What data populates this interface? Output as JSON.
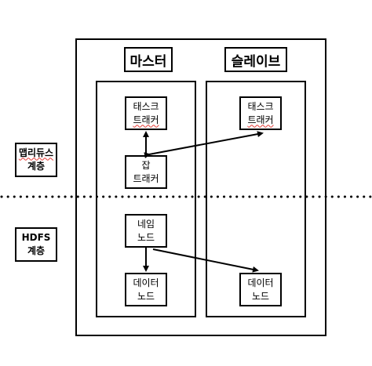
{
  "layers": {
    "mapreduce": {
      "line1": "맵리듀스",
      "line2": "계층"
    },
    "hdfs": {
      "line1": "HDFS",
      "line2": "계층"
    }
  },
  "columns": {
    "master": "마스터",
    "slave": "슬레이브"
  },
  "master_nodes": {
    "task_tracker": {
      "line1": "태스크",
      "line2": "트래커"
    },
    "job_tracker": {
      "line1": "잡",
      "line2": "트래커"
    },
    "name_node": {
      "line1": "네임",
      "line2": "노드"
    },
    "data_node": {
      "line1": "데이터",
      "line2": "노드"
    }
  },
  "slave_nodes": {
    "task_tracker": {
      "line1": "태스크",
      "line2": "트래커"
    },
    "data_node": {
      "line1": "데이터",
      "line2": "노드"
    }
  }
}
